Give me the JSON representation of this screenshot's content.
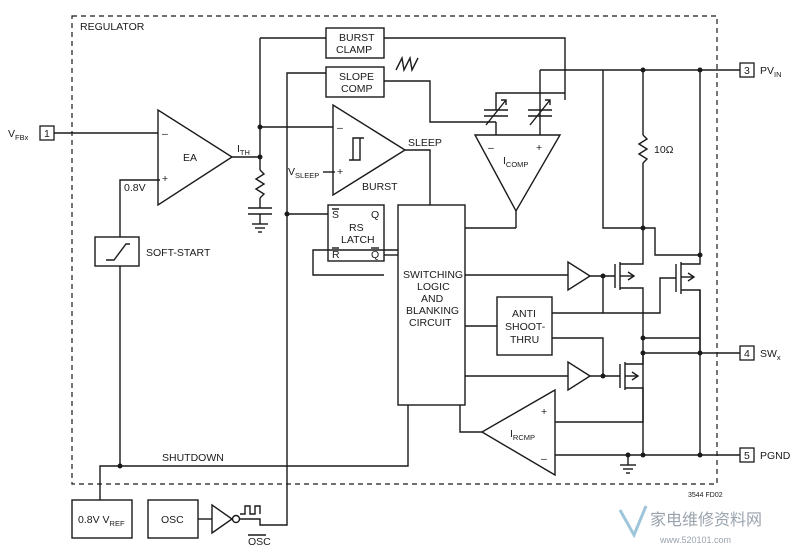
{
  "frame_label": "REGULATOR",
  "blocks": {
    "burst_clamp": [
      "BURST",
      "CLAMP"
    ],
    "slope_comp": [
      "SLOPE",
      "COMP"
    ],
    "ea": "EA",
    "burst": "BURST",
    "sleep": "SLEEP",
    "vsleep": {
      "main": "V",
      "sub": "SLEEP"
    },
    "icomp": {
      "main": "I",
      "sub": "COMP"
    },
    "rs_latch": [
      "RS",
      "LATCH"
    ],
    "latch_s": "S",
    "latch_q": "Q",
    "latch_r": "R",
    "latch_qbar": "Q",
    "switching_logic": [
      "SWITCHING",
      "LOGIC",
      "AND",
      "BLANKING",
      "CIRCUIT"
    ],
    "anti_shoot_thru": [
      "ANTI",
      "SHOOT-",
      "THRU"
    ],
    "ircmp": {
      "main": "I",
      "sub": "RCMP"
    },
    "soft_start": "SOFT-START",
    "vref": {
      "main": "0.8V V",
      "sub": "REF"
    },
    "osc_box": "OSC",
    "osc_out": "OSC",
    "shutdown": "SHUTDOWN",
    "ith": {
      "main": "I",
      "sub": "TH"
    },
    "v08": "0.8V",
    "resistor": "10Ω",
    "minus": "–",
    "plus": "+"
  },
  "pins": [
    {
      "num": "1",
      "name_main": "V",
      "name_sub": "FBx"
    },
    {
      "num": "3",
      "name_main": "PV",
      "name_sub": "IN"
    },
    {
      "num": "4",
      "name_main": "SW",
      "name_sub": "x"
    },
    {
      "num": "5",
      "name_main": "PGND",
      "name_sub": ""
    }
  ],
  "figure_code": "3544 FD02",
  "watermark": {
    "main": "家电维修资料网",
    "url": "www.520101.com"
  }
}
